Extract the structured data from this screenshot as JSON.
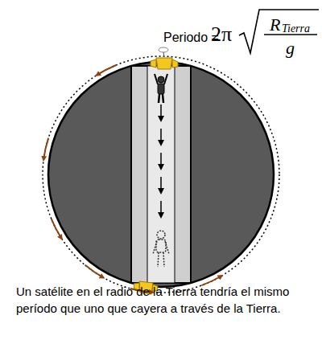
{
  "diagram": {
    "caption": "Un satélite en el radio de la Tierra tendría el mismo período que uno que cayera a través de la Tierra.",
    "labels": [
      "Periodo =",
      "2π",
      "R",
      "Tierra",
      "g"
    ]
  }
}
